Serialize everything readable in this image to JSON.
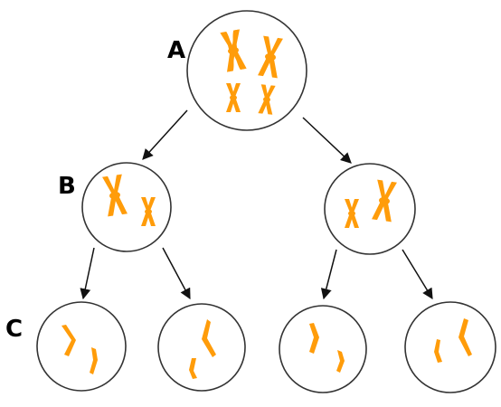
{
  "diagram": {
    "labels": {
      "a": "A",
      "b": "B",
      "c": "C"
    },
    "colors": {
      "chromosome": "#FF9C0A",
      "cell_fill": "#FFFFFF",
      "cell_stroke": "#333333",
      "arrow": "#111111"
    },
    "stages": [
      {
        "label": "A",
        "cells": 1,
        "chromosomes_per_cell": 4,
        "chromosome_shape": "X"
      },
      {
        "label": "B",
        "cells": 2,
        "chromosomes_per_cell": 2,
        "chromosome_shape": "X"
      },
      {
        "label": "C",
        "cells": 4,
        "chromosomes_per_cell": 2,
        "chromosome_shape": "single chromatid"
      }
    ]
  }
}
